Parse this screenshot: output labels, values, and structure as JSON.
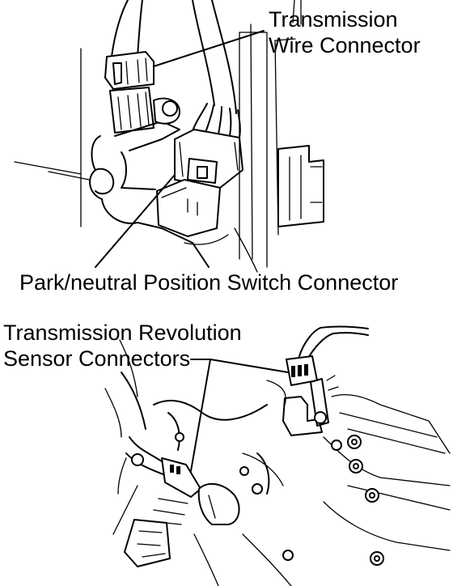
{
  "labels": {
    "transmission_wire_connector": [
      "Transmission",
      "Wire Connector"
    ],
    "park_neutral_switch_connector": "Park/neutral Position Switch Connector",
    "revolution_sensor_connectors": [
      "Transmission Revolution",
      "Sensor Connectors"
    ]
  }
}
